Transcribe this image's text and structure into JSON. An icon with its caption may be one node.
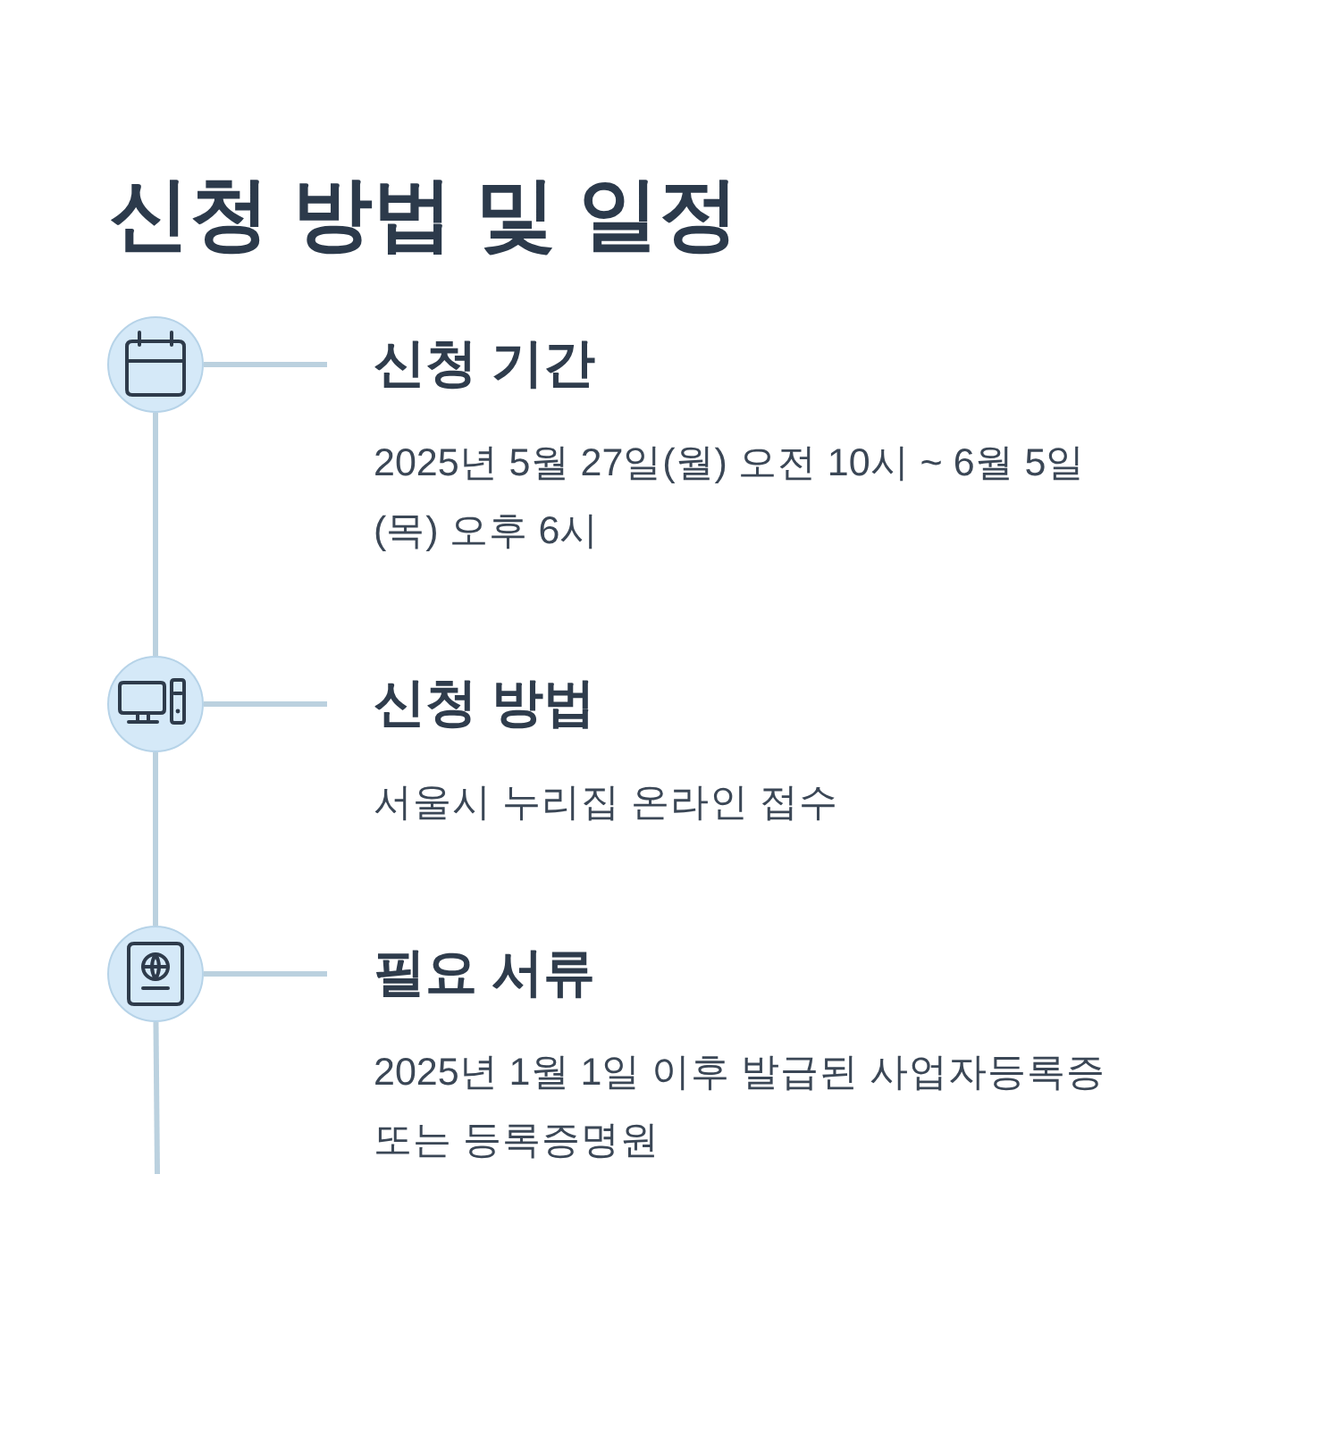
{
  "diagram": {
    "title": "신청 방법 및 일정",
    "nodes": [
      {
        "text": [],
        "shape": "circle"
      },
      {
        "text": [
          "신청 기간",
          "2025년 5월 27일(월) 오전 10시 ~ 6월 5일 (목) 오후 6시"
        ]
      },
      {
        "text": [],
        "shape": "circle"
      },
      {
        "text": [
          "신청 방법",
          "서울시 누리집 온라인 접수"
        ]
      },
      {
        "text": [],
        "shape": "circle"
      },
      {
        "text": [
          "필요 서류",
          "2025년 1월 1일 이후 발급된 사업자등록증 또는 등록증명원"
        ]
      }
    ],
    "edges": [
      {
        "from": 0,
        "to": 1,
        "arrow": "none"
      },
      {
        "from": 0,
        "to": 2,
        "arrow": "none"
      },
      {
        "from": 2,
        "to": 3,
        "arrow": "none"
      },
      {
        "from": 2,
        "to": 4,
        "arrow": "none"
      },
      {
        "from": 4,
        "to": 5,
        "arrow": "none"
      },
      {
        "from": 4,
        "to": null,
        "arrow": "none"
      }
    ]
  }
}
